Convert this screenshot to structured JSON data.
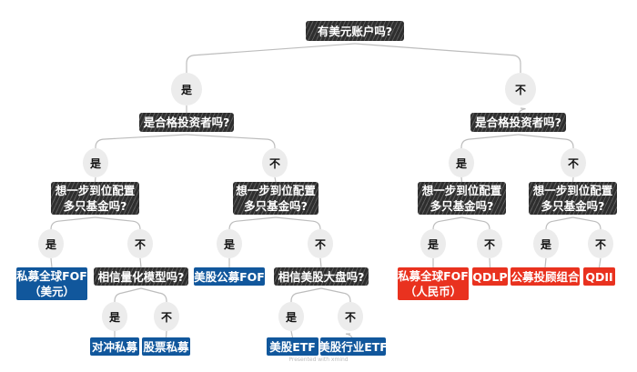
{
  "root": {
    "question": "有美元账户吗?"
  },
  "answers": {
    "yes": "是",
    "no": "不"
  },
  "level2": {
    "left": "是合格投资者吗?",
    "right": "是合格投资者吗?"
  },
  "level3": {
    "line1": "想一步到位配置",
    "line2": "多只基金吗?"
  },
  "level4": {
    "private_global_fof_usd": [
      "私募全球FOF",
      "（美元）"
    ],
    "quant_question": "相信量化模型吗?",
    "us_public_fof": "美股公募FOF",
    "us_market_question": "相信美股大盘吗?",
    "private_global_fof_rmb": [
      "私募全球FOF",
      "（人民币）"
    ],
    "qdlp": "QDLP",
    "advisory_portfolio": "公募投顾组合",
    "qdii": "QDII"
  },
  "level5": {
    "hedge_private": "对冲私募",
    "equity_private": "股票私募",
    "us_etf": "美股ETF",
    "us_sector_etf": "美股行业ETF"
  },
  "watermark": "Presented with xmind",
  "colors": {
    "question": "#2e2e2e",
    "usd_result": "#11579c",
    "rmb_result": "#e9321f",
    "answer_circle": "#ececec"
  }
}
